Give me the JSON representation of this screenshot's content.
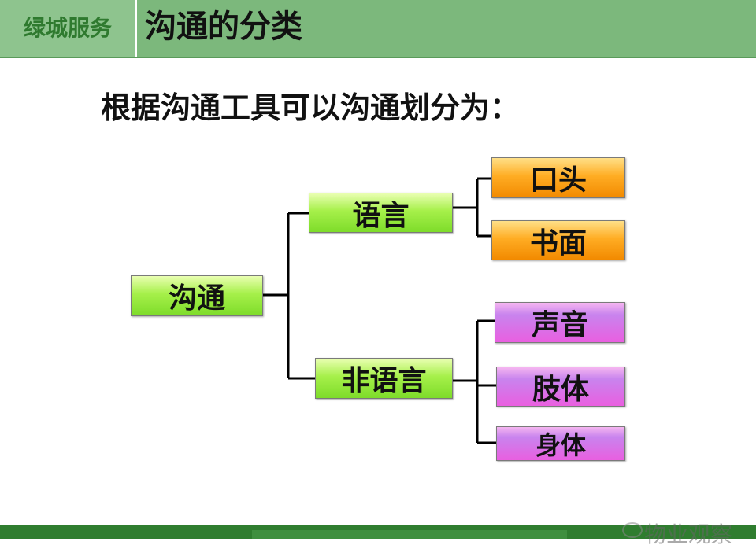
{
  "header": {
    "brand": "绿城服务",
    "title": "沟通的分类"
  },
  "subtitle": "根据沟通工具可以沟通划分为：",
  "tree": {
    "root": "沟通",
    "level1": [
      "语言",
      "非语言"
    ],
    "verbal_children": [
      "口头",
      "书面"
    ],
    "nonverbal_children": [
      "声音",
      "肢体",
      "身体"
    ]
  },
  "watermark": "物业观察",
  "colors": {
    "header_bg": "#7cb87c",
    "green_node": "#a6f04a",
    "orange_node": "#ffad24",
    "pink_node": "#e95fe0",
    "footer": "#2f7d2f"
  }
}
